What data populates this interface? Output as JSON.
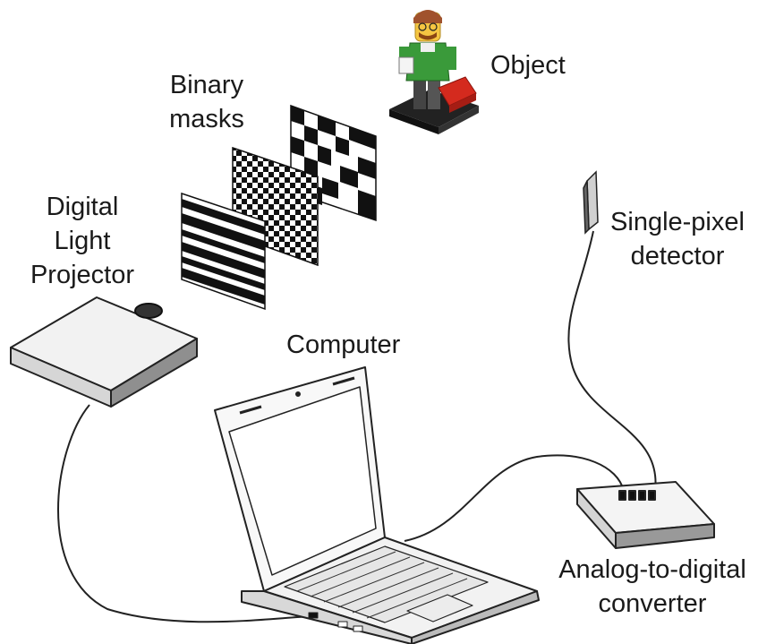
{
  "labels": {
    "object": "Object",
    "binary_masks": [
      "Binary",
      "masks"
    ],
    "projector": [
      "Digital",
      "Light",
      "Projector"
    ],
    "detector": [
      "Single-pixel",
      "detector"
    ],
    "computer": "Computer",
    "adc": [
      "Analog-to-digital",
      "converter"
    ]
  },
  "colors": {
    "stroke": "#222222",
    "device_top": "#f2f2f2",
    "device_side": "#9a9a9a",
    "minifig_skin": "#f5c542",
    "minifig_shirt": "#3a9a3a",
    "minifig_hair": "#a0522d",
    "case_red": "#d42a1e"
  }
}
